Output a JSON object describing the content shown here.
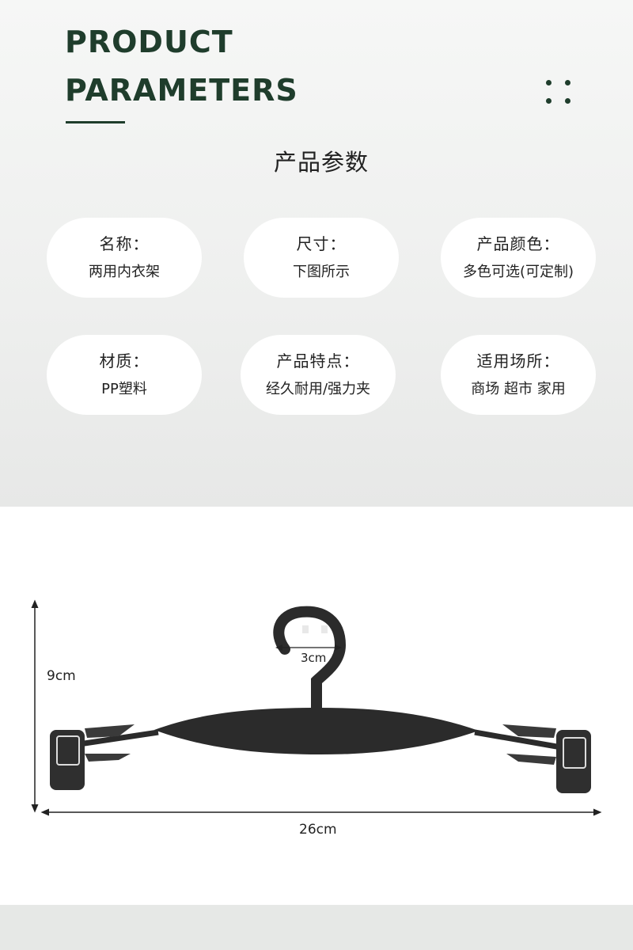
{
  "header": {
    "title_line1": "PRODUCT",
    "title_line2": "PARAMETERS",
    "subtitle": "产品参数"
  },
  "parameters": [
    {
      "label": "名称：",
      "value": "两用内衣架"
    },
    {
      "label": "尺寸：",
      "value": "下图所示"
    },
    {
      "label": "产品颜色：",
      "value": "多色可选(可定制)"
    },
    {
      "label": "材质：",
      "value": "PP塑料"
    },
    {
      "label": "产品特点：",
      "value": "经久耐用/强力夹"
    },
    {
      "label": "适用场所：",
      "value": "商场 超市 家用"
    }
  ],
  "dimensions": {
    "height": "9cm",
    "width": "26cm",
    "hook": "3cm"
  },
  "colors": {
    "accent": "#1f3d2c",
    "card": "#ffffff",
    "hanger": "#2b2b2b"
  }
}
